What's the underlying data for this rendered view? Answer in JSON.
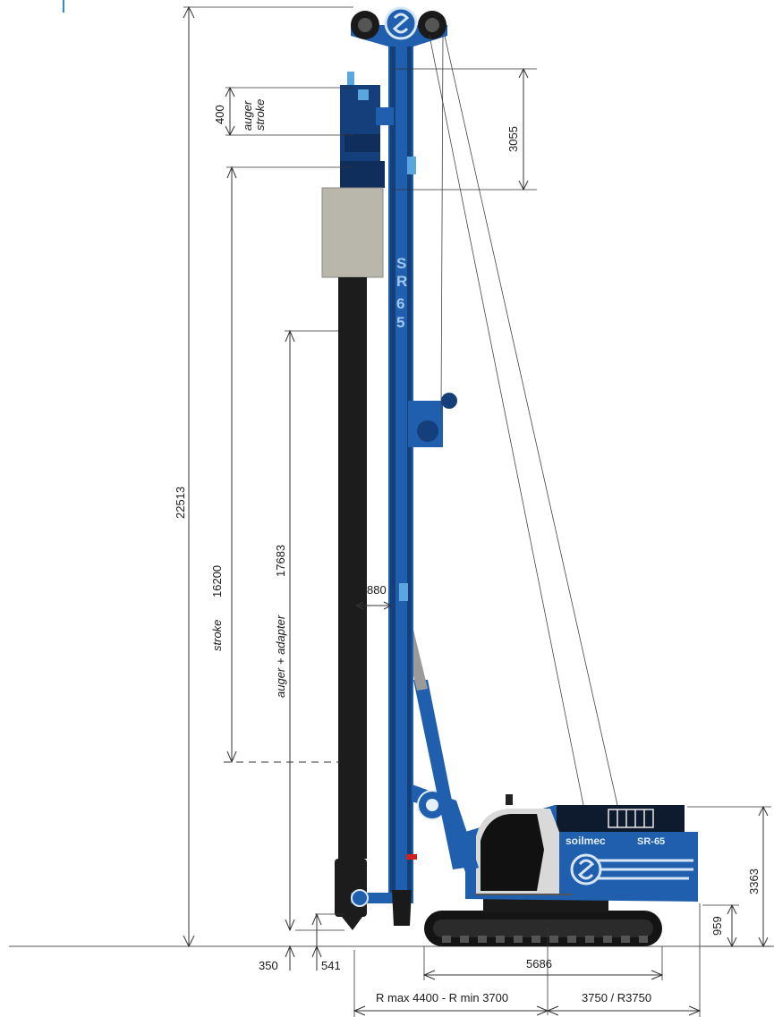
{
  "machine": {
    "brand_label": "soilmec",
    "model_label": "SR-65",
    "mast_label_chars": [
      "S",
      "R",
      "6",
      "5"
    ],
    "colors": {
      "machine_blue": "#1f5fae",
      "machine_dark_blue": "#153f7a",
      "accent_light_blue": "#5aa7e0",
      "auger_black": "#1c1c1c",
      "cab_grey": "#d9d9d9",
      "box_grey": "#b9b6ab",
      "track_black": "#141414"
    }
  },
  "dimensions": {
    "overall_height": "22513",
    "auger_stroke_value": "400",
    "auger_stroke_label_1": "auger",
    "auger_stroke_label_2": "stroke",
    "mast_top_value": "3055",
    "stroke_label": "stroke",
    "stroke_value": "16200",
    "auger_adapter_label": "auger + adapter",
    "auger_adapter_value": "17683",
    "mast_offset_value": "880",
    "body_height_value": "3363",
    "ground_clearance_value": "959",
    "track_length_value": "5686",
    "below_ground_left_value": "350",
    "below_ground_right_value": "541",
    "radius_value": "R max 4400 - R min 3700",
    "tail_radius_value": "3750 / R3750"
  }
}
